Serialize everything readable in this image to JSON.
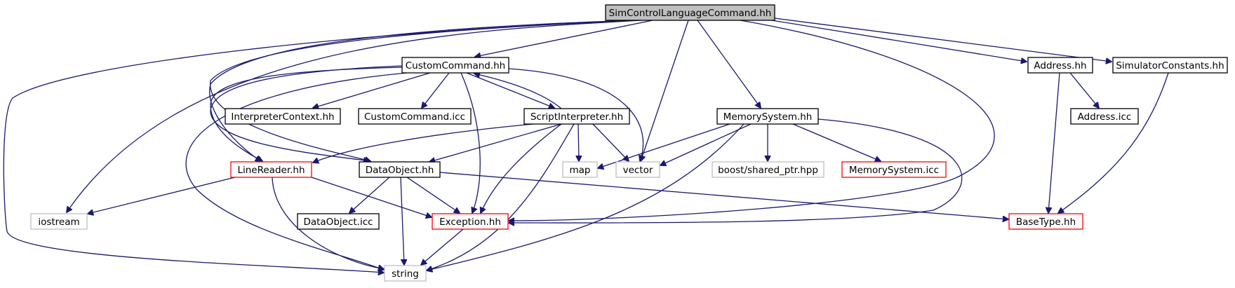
{
  "nodes": [
    {
      "id": "main",
      "label": "SimControlLanguageCommand.hh",
      "border": "#000000",
      "fill": "#bfbfbf"
    },
    {
      "id": "cc",
      "label": "CustomCommand.hh",
      "border": "#000000",
      "fill": "#ffffff"
    },
    {
      "id": "ic",
      "label": "InterpreterContext.hh",
      "border": "#000000",
      "fill": "#ffffff"
    },
    {
      "id": "ccicc",
      "label": "CustomCommand.icc",
      "border": "#000000",
      "fill": "#ffffff"
    },
    {
      "id": "si",
      "label": "ScriptInterpreter.hh",
      "border": "#000000",
      "fill": "#ffffff"
    },
    {
      "id": "ms",
      "label": "MemorySystem.hh",
      "border": "#000000",
      "fill": "#ffffff"
    },
    {
      "id": "addr",
      "label": "Address.hh",
      "border": "#000000",
      "fill": "#ffffff"
    },
    {
      "id": "simc",
      "label": "SimulatorConstants.hh",
      "border": "#000000",
      "fill": "#ffffff"
    },
    {
      "id": "addricc",
      "label": "Address.icc",
      "border": "#000000",
      "fill": "#ffffff"
    },
    {
      "id": "lr",
      "label": "LineReader.hh",
      "border": "#ff0000",
      "fill": "#ffffff"
    },
    {
      "id": "do",
      "label": "DataObject.hh",
      "border": "#000000",
      "fill": "#ffffff"
    },
    {
      "id": "map",
      "label": "map",
      "border": "#bfbfbf",
      "fill": "#ffffff"
    },
    {
      "id": "vector",
      "label": "vector",
      "border": "#bfbfbf",
      "fill": "#ffffff"
    },
    {
      "id": "boost",
      "label": "boost/shared_ptr.hpp",
      "border": "#bfbfbf",
      "fill": "#ffffff"
    },
    {
      "id": "msicc",
      "label": "MemorySystem.icc",
      "border": "#ff0000",
      "fill": "#ffffff"
    },
    {
      "id": "iostream",
      "label": "iostream",
      "border": "#bfbfbf",
      "fill": "#ffffff"
    },
    {
      "id": "doicc",
      "label": "DataObject.icc",
      "border": "#000000",
      "fill": "#ffffff"
    },
    {
      "id": "exc",
      "label": "Exception.hh",
      "border": "#ff0000",
      "fill": "#ffffff"
    },
    {
      "id": "bt",
      "label": "BaseType.hh",
      "border": "#ff0000",
      "fill": "#ffffff"
    },
    {
      "id": "string",
      "label": "string",
      "border": "#bfbfbf",
      "fill": "#ffffff"
    }
  ],
  "edges": [
    [
      "main",
      "iostream"
    ],
    [
      "main",
      "string"
    ],
    [
      "main",
      "cc"
    ],
    [
      "main",
      "lr"
    ],
    [
      "main",
      "do"
    ],
    [
      "main",
      "vector"
    ],
    [
      "main",
      "ms"
    ],
    [
      "main",
      "exc"
    ],
    [
      "main",
      "addr"
    ],
    [
      "main",
      "simc"
    ],
    [
      "cc",
      "ic"
    ],
    [
      "cc",
      "ccicc"
    ],
    [
      "cc",
      "si"
    ],
    [
      "cc",
      "lr"
    ],
    [
      "cc",
      "do"
    ],
    [
      "cc",
      "string"
    ],
    [
      "cc",
      "exc"
    ],
    [
      "cc",
      "vector"
    ],
    [
      "si",
      "cc"
    ],
    [
      "si",
      "lr"
    ],
    [
      "si",
      "do"
    ],
    [
      "si",
      "map"
    ],
    [
      "si",
      "vector"
    ],
    [
      "si",
      "exc"
    ],
    [
      "si",
      "string"
    ],
    [
      "ms",
      "map"
    ],
    [
      "ms",
      "vector"
    ],
    [
      "ms",
      "boost"
    ],
    [
      "ms",
      "msicc"
    ],
    [
      "ms",
      "exc"
    ],
    [
      "ms",
      "string"
    ],
    [
      "addr",
      "addricc"
    ],
    [
      "addr",
      "bt"
    ],
    [
      "simc",
      "bt"
    ],
    [
      "lr",
      "iostream"
    ],
    [
      "lr",
      "exc"
    ],
    [
      "lr",
      "string"
    ],
    [
      "do",
      "doicc"
    ],
    [
      "do",
      "exc"
    ],
    [
      "do",
      "string"
    ],
    [
      "do",
      "bt"
    ],
    [
      "exc",
      "string"
    ]
  ],
  "colors": {
    "edge": "#191970"
  }
}
